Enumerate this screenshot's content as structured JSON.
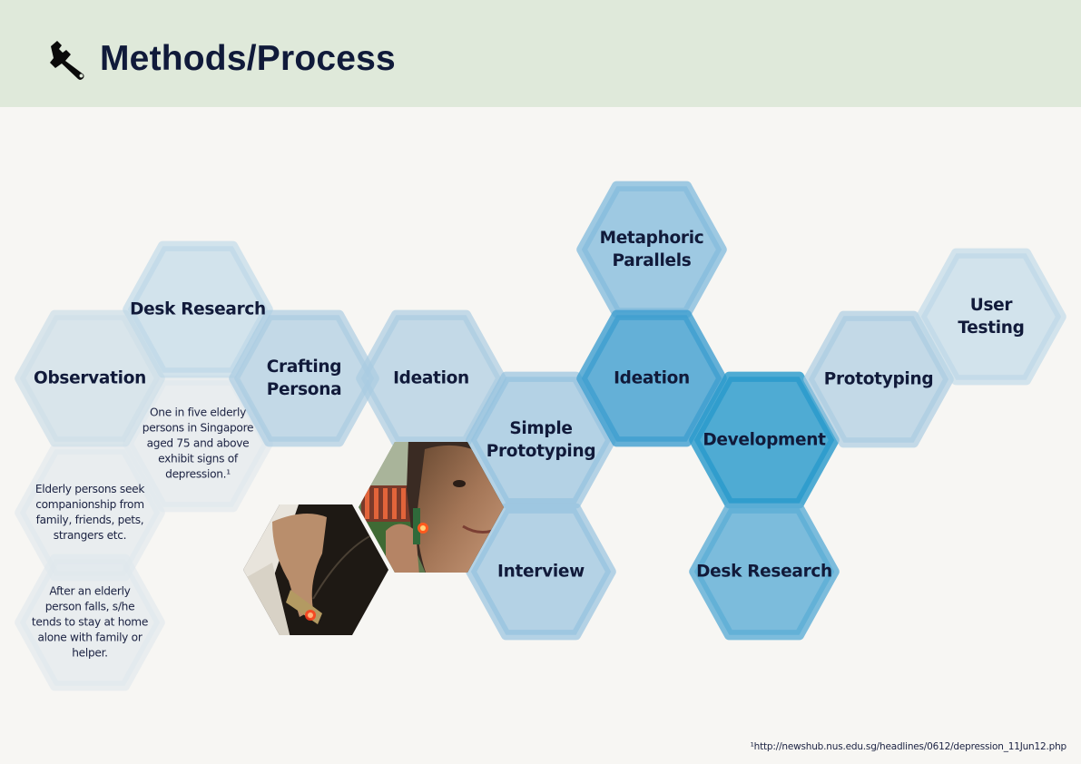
{
  "header": {
    "title": "Methods/Process",
    "icon": "wrench-icon",
    "background": "#dfe9da"
  },
  "colors": {
    "page_background": "#f7f6f3",
    "text": "#111a3a",
    "pale": "#dbe6ec",
    "light": "#b9d6e7",
    "medium": "#8fc2dd",
    "strong": "#4aa8d2",
    "very_pale": "#e6ecef"
  },
  "hexagons": [
    {
      "id": "observation",
      "label": "Observation",
      "tone": "pale"
    },
    {
      "id": "desk-research-1",
      "label": "Desk Research",
      "tone": "pale2"
    },
    {
      "id": "crafting-persona",
      "label": "Crafting\nPersona",
      "tone": "light"
    },
    {
      "id": "ideation-1",
      "label": "Ideation",
      "tone": "light"
    },
    {
      "id": "simple-prototyping",
      "label": "Simple\nPrototyping",
      "tone": "light2"
    },
    {
      "id": "interview",
      "label": "Interview",
      "tone": "light2"
    },
    {
      "id": "metaphoric-parallels",
      "label": "Metaphoric\nParallels",
      "tone": "medium"
    },
    {
      "id": "ideation-2",
      "label": "Ideation",
      "tone": "strong"
    },
    {
      "id": "development",
      "label": "Development",
      "tone": "strong2"
    },
    {
      "id": "desk-research-2",
      "label": "Desk Research",
      "tone": "medium2"
    },
    {
      "id": "prototyping",
      "label": "Prototyping",
      "tone": "light"
    },
    {
      "id": "user-testing",
      "label": "User\nTesting",
      "tone": "pale2"
    }
  ],
  "notes": [
    {
      "id": "depression-fact",
      "text": "One in five elderly\npersons in Singapore\naged 75 and above\nexhibit signs of\ndepression.¹"
    },
    {
      "id": "companionship",
      "text": "Elderly persons seek\ncompanionship from\nfamily, friends, pets,\nstrangers etc."
    },
    {
      "id": "after-fall",
      "text": "After an elderly\nperson falls, s/he\ntends to stay at home\nalone with family or\nhelper."
    }
  ],
  "photos": [
    {
      "id": "elderly-woman-photo",
      "subject": "elderly-woman-with-ear-device"
    },
    {
      "id": "hand-device-photo",
      "subject": "hand-holding-led-device"
    }
  ],
  "footnote": "¹http://newshub.nus.edu.sg/headlines/0612/depression_11Jun12.php"
}
